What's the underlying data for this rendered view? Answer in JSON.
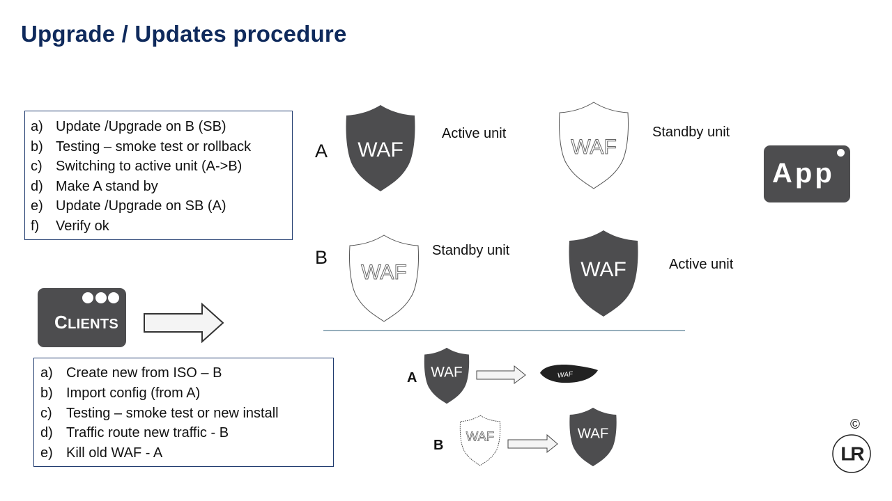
{
  "title": "Upgrade / Updates procedure",
  "steps_box": {
    "items": [
      {
        "marker": "a)",
        "text": "Update /Upgrade on B (SB)"
      },
      {
        "marker": "b)",
        "text": "Testing – smoke test or rollback"
      },
      {
        "marker": "c)",
        "text": "Switching to active unit (A->B)"
      },
      {
        "marker": "d)",
        "text": "Make  A stand by"
      },
      {
        "marker": "e)",
        "text": "Update /Upgrade on SB  (A)"
      },
      {
        "marker": "f)",
        "text": "Verify ok"
      }
    ]
  },
  "new_install_box": {
    "items": [
      {
        "marker": "a)",
        "text": "Create new from ISO – B"
      },
      {
        "marker": "b)",
        "text": "Import config (from A)"
      },
      {
        "marker": "c)",
        "text": "Testing – smoke test or new install"
      },
      {
        "marker": "d)",
        "text": "Traffic route new traffic - B"
      },
      {
        "marker": "e)",
        "text": "Kill old WAF  - A"
      }
    ]
  },
  "diagram": {
    "row_a_label": "A",
    "row_b_label": "B",
    "waf_label": "WAF",
    "a_before_status": "Active unit",
    "a_after_status": "Standby unit",
    "b_before_status": "Standby unit",
    "b_after_status": "Active unit"
  },
  "lower_diagram": {
    "row_a_label": "A",
    "row_b_label": "B",
    "waf_label": "WAF",
    "dead_waf_label": "WAF"
  },
  "clients": {
    "cap": "C",
    "rest": "LIENTS"
  },
  "app": {
    "label": "App"
  },
  "copyright": "©",
  "logo": {
    "text": "LR"
  },
  "colors": {
    "title": "#0f2a5c",
    "shield_fill": "#4d4d4f",
    "box_border": "#1f3a6e",
    "divider": "#2f5f7a"
  }
}
